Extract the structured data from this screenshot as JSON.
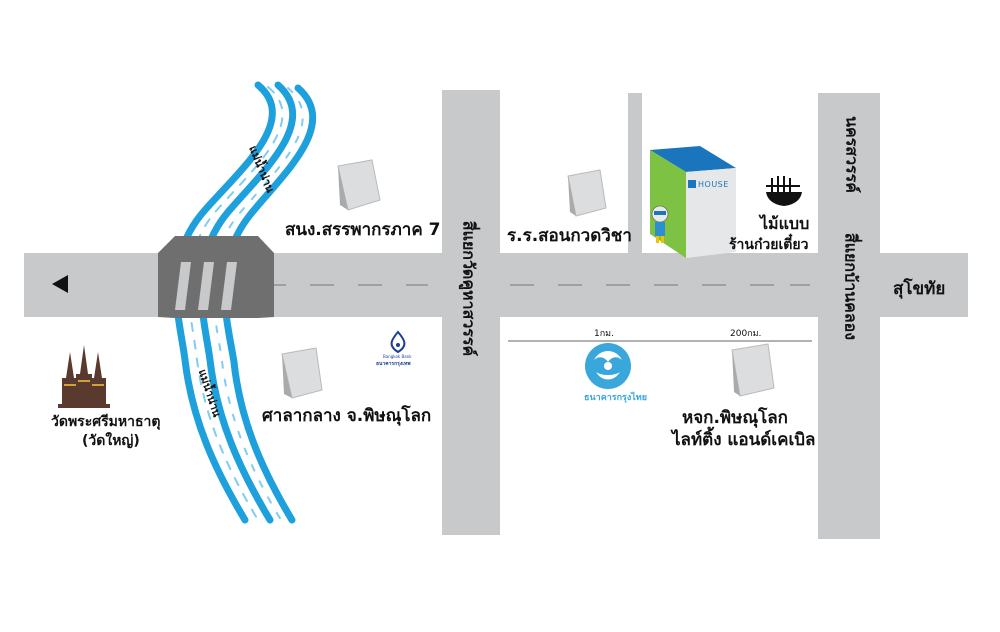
{
  "roads": {
    "main": "สุโขทัย",
    "junction_left": "สี่แยกวัดคูหาสวรรค์",
    "junction_right": "สี่แยกบ้านคลอง",
    "top_right": "นครสวรรค์"
  },
  "river": {
    "name_upper": "แม่น้ำน่าน",
    "name_lower": "แม่น้ำน่าน"
  },
  "places": {
    "revenue_office": "สนง.สรรพากรภาค 7",
    "school": "ร.ร.สอนกวดวิชา",
    "noodle_line1": "ไม้แบบ",
    "noodle_line2": "ร้านก๋วยเตี๋ยว",
    "temple_line1": "วัดพระศรีมหาธาตุ",
    "temple_line2": "(วัดใหญ่)",
    "city_hall": "ศาลากลาง  จ.พิษณุโลก",
    "store_line1": "หจก.พิษณุโลก",
    "store_line2": "ไลท์ติ้ง  แอนด์เคเบิล",
    "ktb": "ธนาคารกรุงไทย",
    "bbl_en": "Bangkok Bank",
    "bbl_th": "ธนาคารกรุงเทพ",
    "house_brand": "HOUSE"
  },
  "distances": {
    "d1": "1กม.",
    "d2": "200กม."
  },
  "colors": {
    "road": "#c8c9cb",
    "road_dash": "#888888",
    "river": "#1ea0dc",
    "bridge": "#6f6f70",
    "building": "#d9dadb",
    "house_green": "#7dc242",
    "house_blue": "#1b75bc",
    "ktb_blue": "#3aa7dc",
    "bbl_navy": "#1b3f93",
    "temple": "#5a3a2e"
  },
  "icons": {
    "direction": "triangle-left-icon",
    "noodle": "noodle-bowl-icon",
    "temple": "temple-pagoda-icon"
  }
}
